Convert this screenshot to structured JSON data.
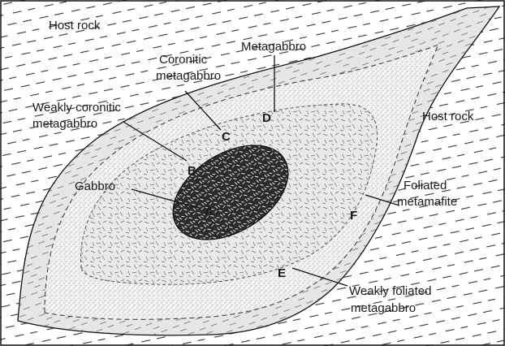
{
  "labels": {
    "host_rock_left": "Host rock",
    "host_rock_right": "Host rock",
    "metagabbro": "Metagabbro",
    "coronitic_line1": "Coronitic",
    "coronitic_line2": "metagabbro",
    "weakly_coronitic_line1": "Weakly coronitic",
    "weakly_coronitic_line2": "metagabbro",
    "gabbro": "Gabbro",
    "foliated_line1": "Foliated",
    "foliated_line2": "metamafite",
    "weakly_foliated_line1": "Weakly foliated",
    "weakly_foliated_line2": "metagabbro"
  },
  "zones": {
    "A": "A",
    "B": "B",
    "C": "C",
    "D": "D",
    "E": "E",
    "F": "F"
  },
  "colors": {
    "host_rock_bg": "#ffffff",
    "foliated_band": "#eaeaea",
    "metagabbro_fill": "#f3f3f3",
    "coronitic_fill": "#e9e9e9",
    "gabbro_fill": "#3a3a3a",
    "ink": "#111111"
  }
}
